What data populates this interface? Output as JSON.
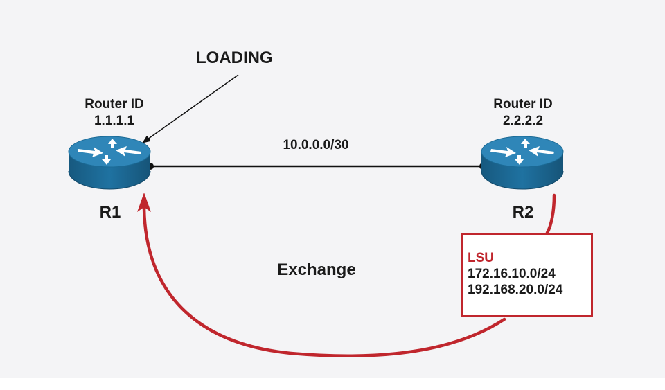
{
  "labels": {
    "state": "LOADING",
    "r1_router_id_label": "Router ID",
    "r1_router_id_value": "1.1.1.1",
    "r2_router_id_label": "Router ID",
    "r2_router_id_value": "2.2.2.2",
    "link_subnet": "10.0.0.0/30",
    "r1_name": "R1",
    "r2_name": "R2",
    "exchange": "Exchange"
  },
  "lsu": {
    "title": "LSU",
    "networks": [
      "172.16.10.0/24",
      "192.168.20.0/24"
    ]
  },
  "colors": {
    "router_body": "#1b6a95",
    "router_top": "#2f86b8",
    "exchange_arrow": "#c0262d",
    "link": "#111111"
  },
  "icons": {
    "router": "router-icon"
  }
}
